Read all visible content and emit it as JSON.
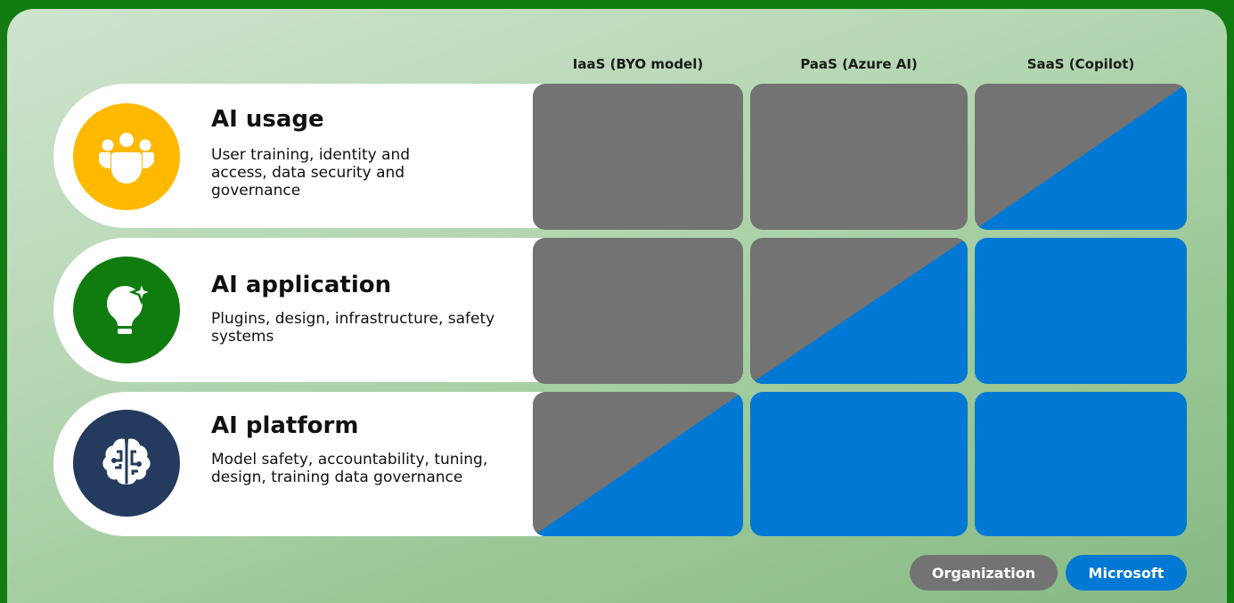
{
  "columns": [
    {
      "label": "IaaS (BYO model)"
    },
    {
      "label": "PaaS (Azure AI)"
    },
    {
      "label": "SaaS (Copilot)"
    }
  ],
  "rows": [
    {
      "title": "AI usage",
      "description": "User training, identity and access, data security and governance",
      "icon": "people-group-icon",
      "icon_color": "#ffb900"
    },
    {
      "title": "AI application",
      "description": "Plugins, design, infrastructure, safety systems",
      "icon": "lightbulb-sparkle-icon",
      "icon_color": "#107c10"
    },
    {
      "title": "AI platform",
      "description": "Model safety, accountability, tuning, design, training data governance",
      "icon": "brain-circuit-icon",
      "icon_color": "#243a5e"
    }
  ],
  "matrix": [
    [
      "organization",
      "organization",
      "split"
    ],
    [
      "organization",
      "split",
      "microsoft"
    ],
    [
      "split",
      "microsoft",
      "microsoft"
    ]
  ],
  "legend": {
    "organization": "Organization",
    "microsoft": "Microsoft"
  },
  "colors": {
    "background": "#127c12",
    "organization": "#737373",
    "microsoft": "#0078d4"
  }
}
